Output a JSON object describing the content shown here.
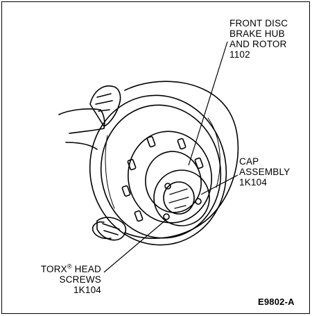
{
  "figure": {
    "id": "E9802-A",
    "labels": {
      "hub": [
        "FRONT DISC",
        "BRAKE HUB",
        "AND ROTOR",
        "1102"
      ],
      "cap": [
        "CAP",
        "ASSEMBLY",
        "1K104"
      ],
      "torx": {
        "line1_prefix": "TORX",
        "line1_sup": "®",
        "line1_suffix": " HEAD",
        "line2": "SCREWS",
        "line3": "1K104"
      }
    },
    "colors": {
      "ink": "#000000",
      "paper": "#ffffff"
    }
  }
}
